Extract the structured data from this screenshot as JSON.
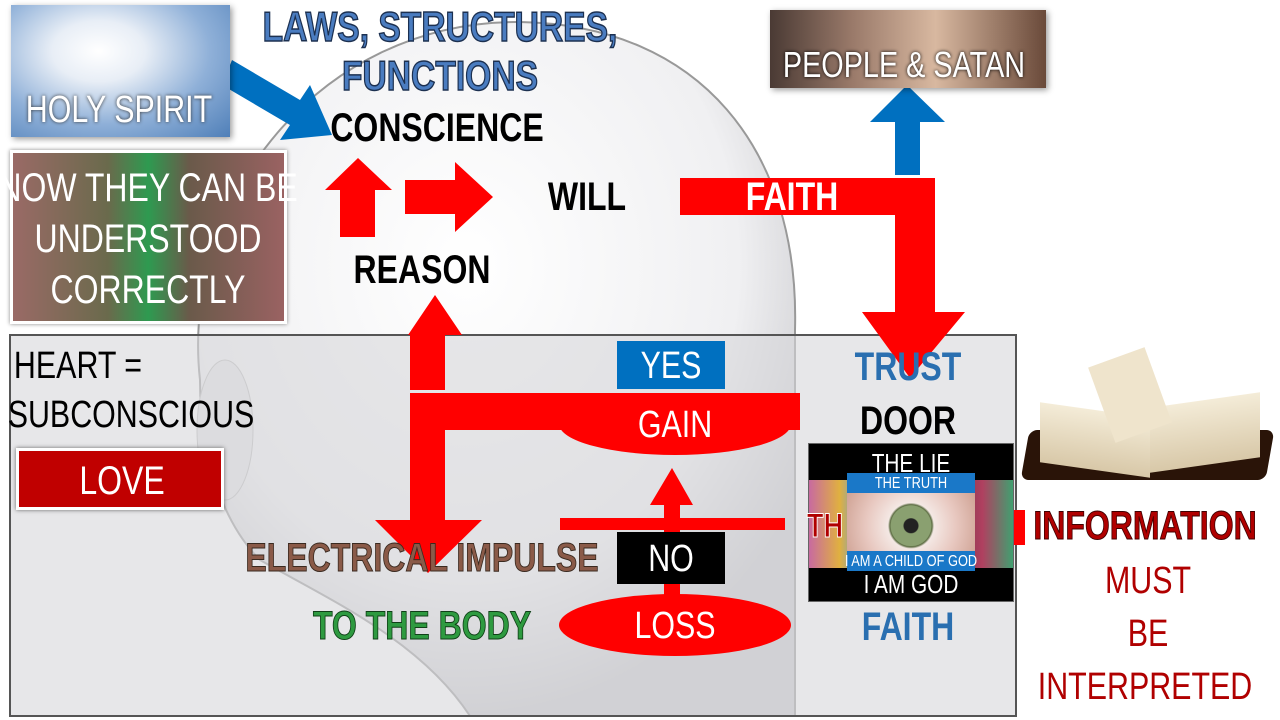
{
  "title_lines": [
    "LAWS, STRUCTURES,",
    "FUNCTIONS"
  ],
  "holy_spirit": "HOLY SPIRIT",
  "people_satan": "PEOPLE & SATAN",
  "now_box": [
    "NOW THEY CAN BE",
    "UNDERSTOOD",
    "CORRECTLY"
  ],
  "conscience": "CONSCIENCE",
  "will": "WILL",
  "faith_bar": "FAITH",
  "reason": "REASON",
  "heart": [
    "HEART =",
    "SUBCONSCIOUS"
  ],
  "love": "LOVE",
  "yes": "YES",
  "gain": "GAIN",
  "no": "NO",
  "loss": "LOSS",
  "electrical_impulse": "ELECTRICAL IMPULSE",
  "to_the_body": "TO THE BODY",
  "trust": "TRUST",
  "door": "DOOR",
  "faith_bottom": "FAITH",
  "eye_panel": {
    "the_lie": "THE LIE",
    "the_truth": "THE TRUTH",
    "child": "I AM A CHILD OF GOD",
    "i_am_god": "I AM GOD",
    "th": "TH"
  },
  "information": "INFORMATION",
  "must_be": [
    "MUST",
    "BE",
    "INTERPRETED"
  ],
  "colors": {
    "red": "#ff0000",
    "blue": "#0070c0",
    "dark_red": "#b00000",
    "green": "#2e9a40",
    "brown": "#8a5a48"
  }
}
